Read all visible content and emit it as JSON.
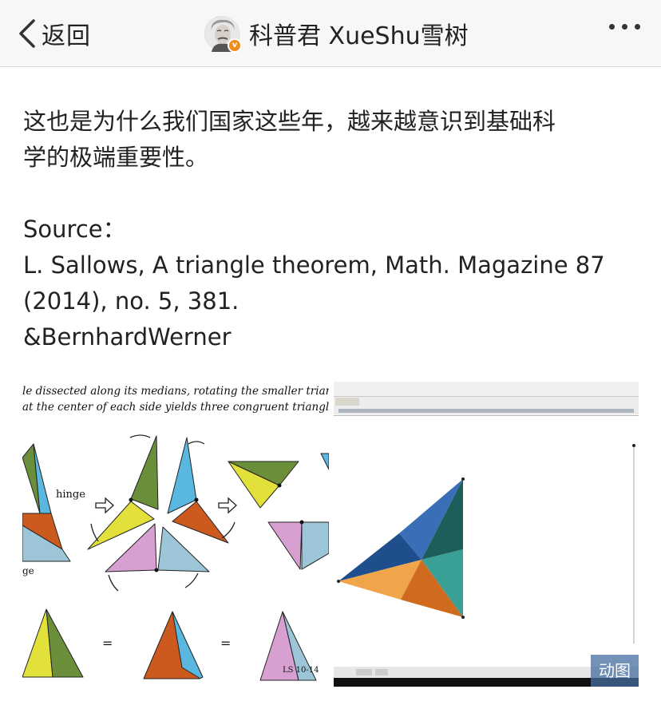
{
  "header": {
    "back_label": "返回",
    "title": "科普君 XueShu雪树",
    "avatar_badge": "v",
    "more_icon": "more-dots-icon"
  },
  "post": {
    "para1_line1": "这也是为什么我们国家这些年，越来越意识到基础科",
    "para1_line2": "学的极端重要性。",
    "source_label": "Source：",
    "citation_line1": "L. Sallows, A triangle theorem, Math. Magazine 87",
    "citation_line2": "(2014), no. 5, 381.",
    "credit": "&BernhardWerner"
  },
  "figure_left": {
    "caption_line1": "le dissected along its medians, rotating the smaller triang",
    "caption_line2": "at the center of each side yields three congruent triangle",
    "hinge_label": "hinge",
    "side_label": "ge",
    "equals_1": "=",
    "equals_2": "=",
    "plate_label": "LS 10-14"
  },
  "figure_right": {
    "gif_badge": "动图",
    "colors": {
      "dark_blue": "#1f4e8c",
      "mid_blue": "#3a6fb8",
      "teal_dark": "#1d5e5a",
      "teal": "#3aa095",
      "orange": "#f0a54a",
      "rust": "#cf6a1e"
    }
  },
  "palette": {
    "green": "#6b8e3a",
    "sky": "#5ab8e0",
    "yellow": "#e2e03a",
    "rust": "#cc5a1e",
    "pink": "#d7a0d0",
    "lightblue": "#9cc6d8"
  }
}
